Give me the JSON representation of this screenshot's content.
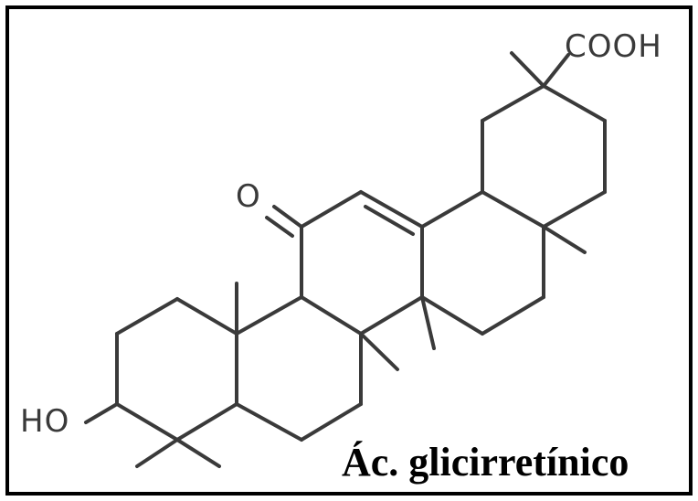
{
  "diagram": {
    "atom_labels": {
      "carboxyl": "COOH",
      "ketone_oxygen": "O",
      "hydroxyl": "HO"
    },
    "compound_name": "Ác. glicirretínico",
    "colors": {
      "bond": "#3a3a3a",
      "frame": "#000000",
      "background": "#ffffff"
    }
  }
}
